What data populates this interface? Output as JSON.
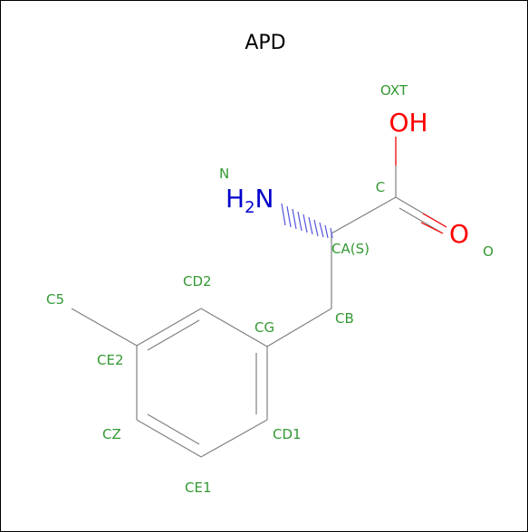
{
  "title": "APD",
  "colors": {
    "bond": "#808080",
    "label": "#339933",
    "nitrogen": "#0000cc",
    "oxygen": "#ff0000",
    "text": "#000000"
  },
  "heteroatoms": {
    "amine": {
      "main": "H",
      "sub": "2",
      "tail": "N"
    },
    "hydroxyl": "OH",
    "carbonyl_oxygen": "O"
  },
  "atom_names": {
    "n": "N",
    "oxt": "OXT",
    "c": "C",
    "o": "O",
    "ca": "CA(S)",
    "cb": "CB",
    "cg": "CG",
    "cd1": "CD1",
    "cd2": "CD2",
    "ce1": "CE1",
    "ce2": "CE2",
    "cz": "CZ",
    "c5": "C5"
  }
}
